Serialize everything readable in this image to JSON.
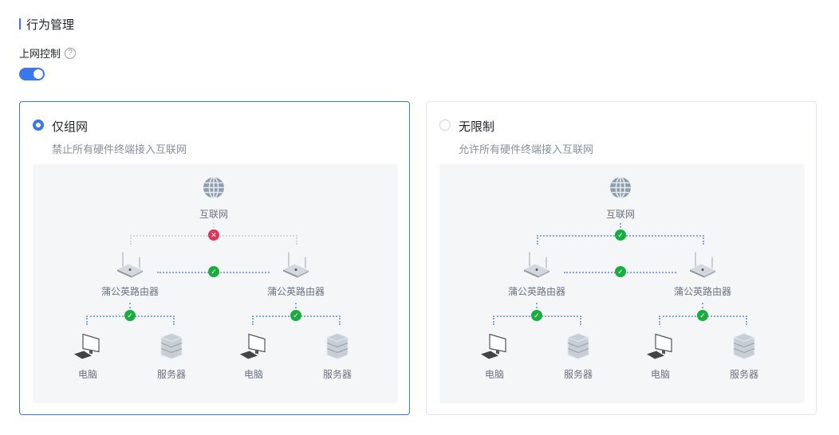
{
  "section_title": "行为管理",
  "control": {
    "label": "上网控制",
    "help_icon": "?",
    "enabled": true
  },
  "options": [
    {
      "name": "仅组网",
      "desc": "禁止所有硬件终端接入互联网",
      "selected": true,
      "internet_allowed": false
    },
    {
      "name": "无限制",
      "desc": "允许所有硬件终端接入互联网",
      "selected": false,
      "internet_allowed": true
    }
  ],
  "diagram": {
    "internet": "互联网",
    "router": "蒲公英路由器",
    "pc": "电脑",
    "server": "服务器",
    "ok_mark": "✓",
    "block_mark": "✕"
  },
  "colors": {
    "accent": "#3a76f0",
    "ok": "#1aac3e",
    "block": "#e0355b"
  }
}
